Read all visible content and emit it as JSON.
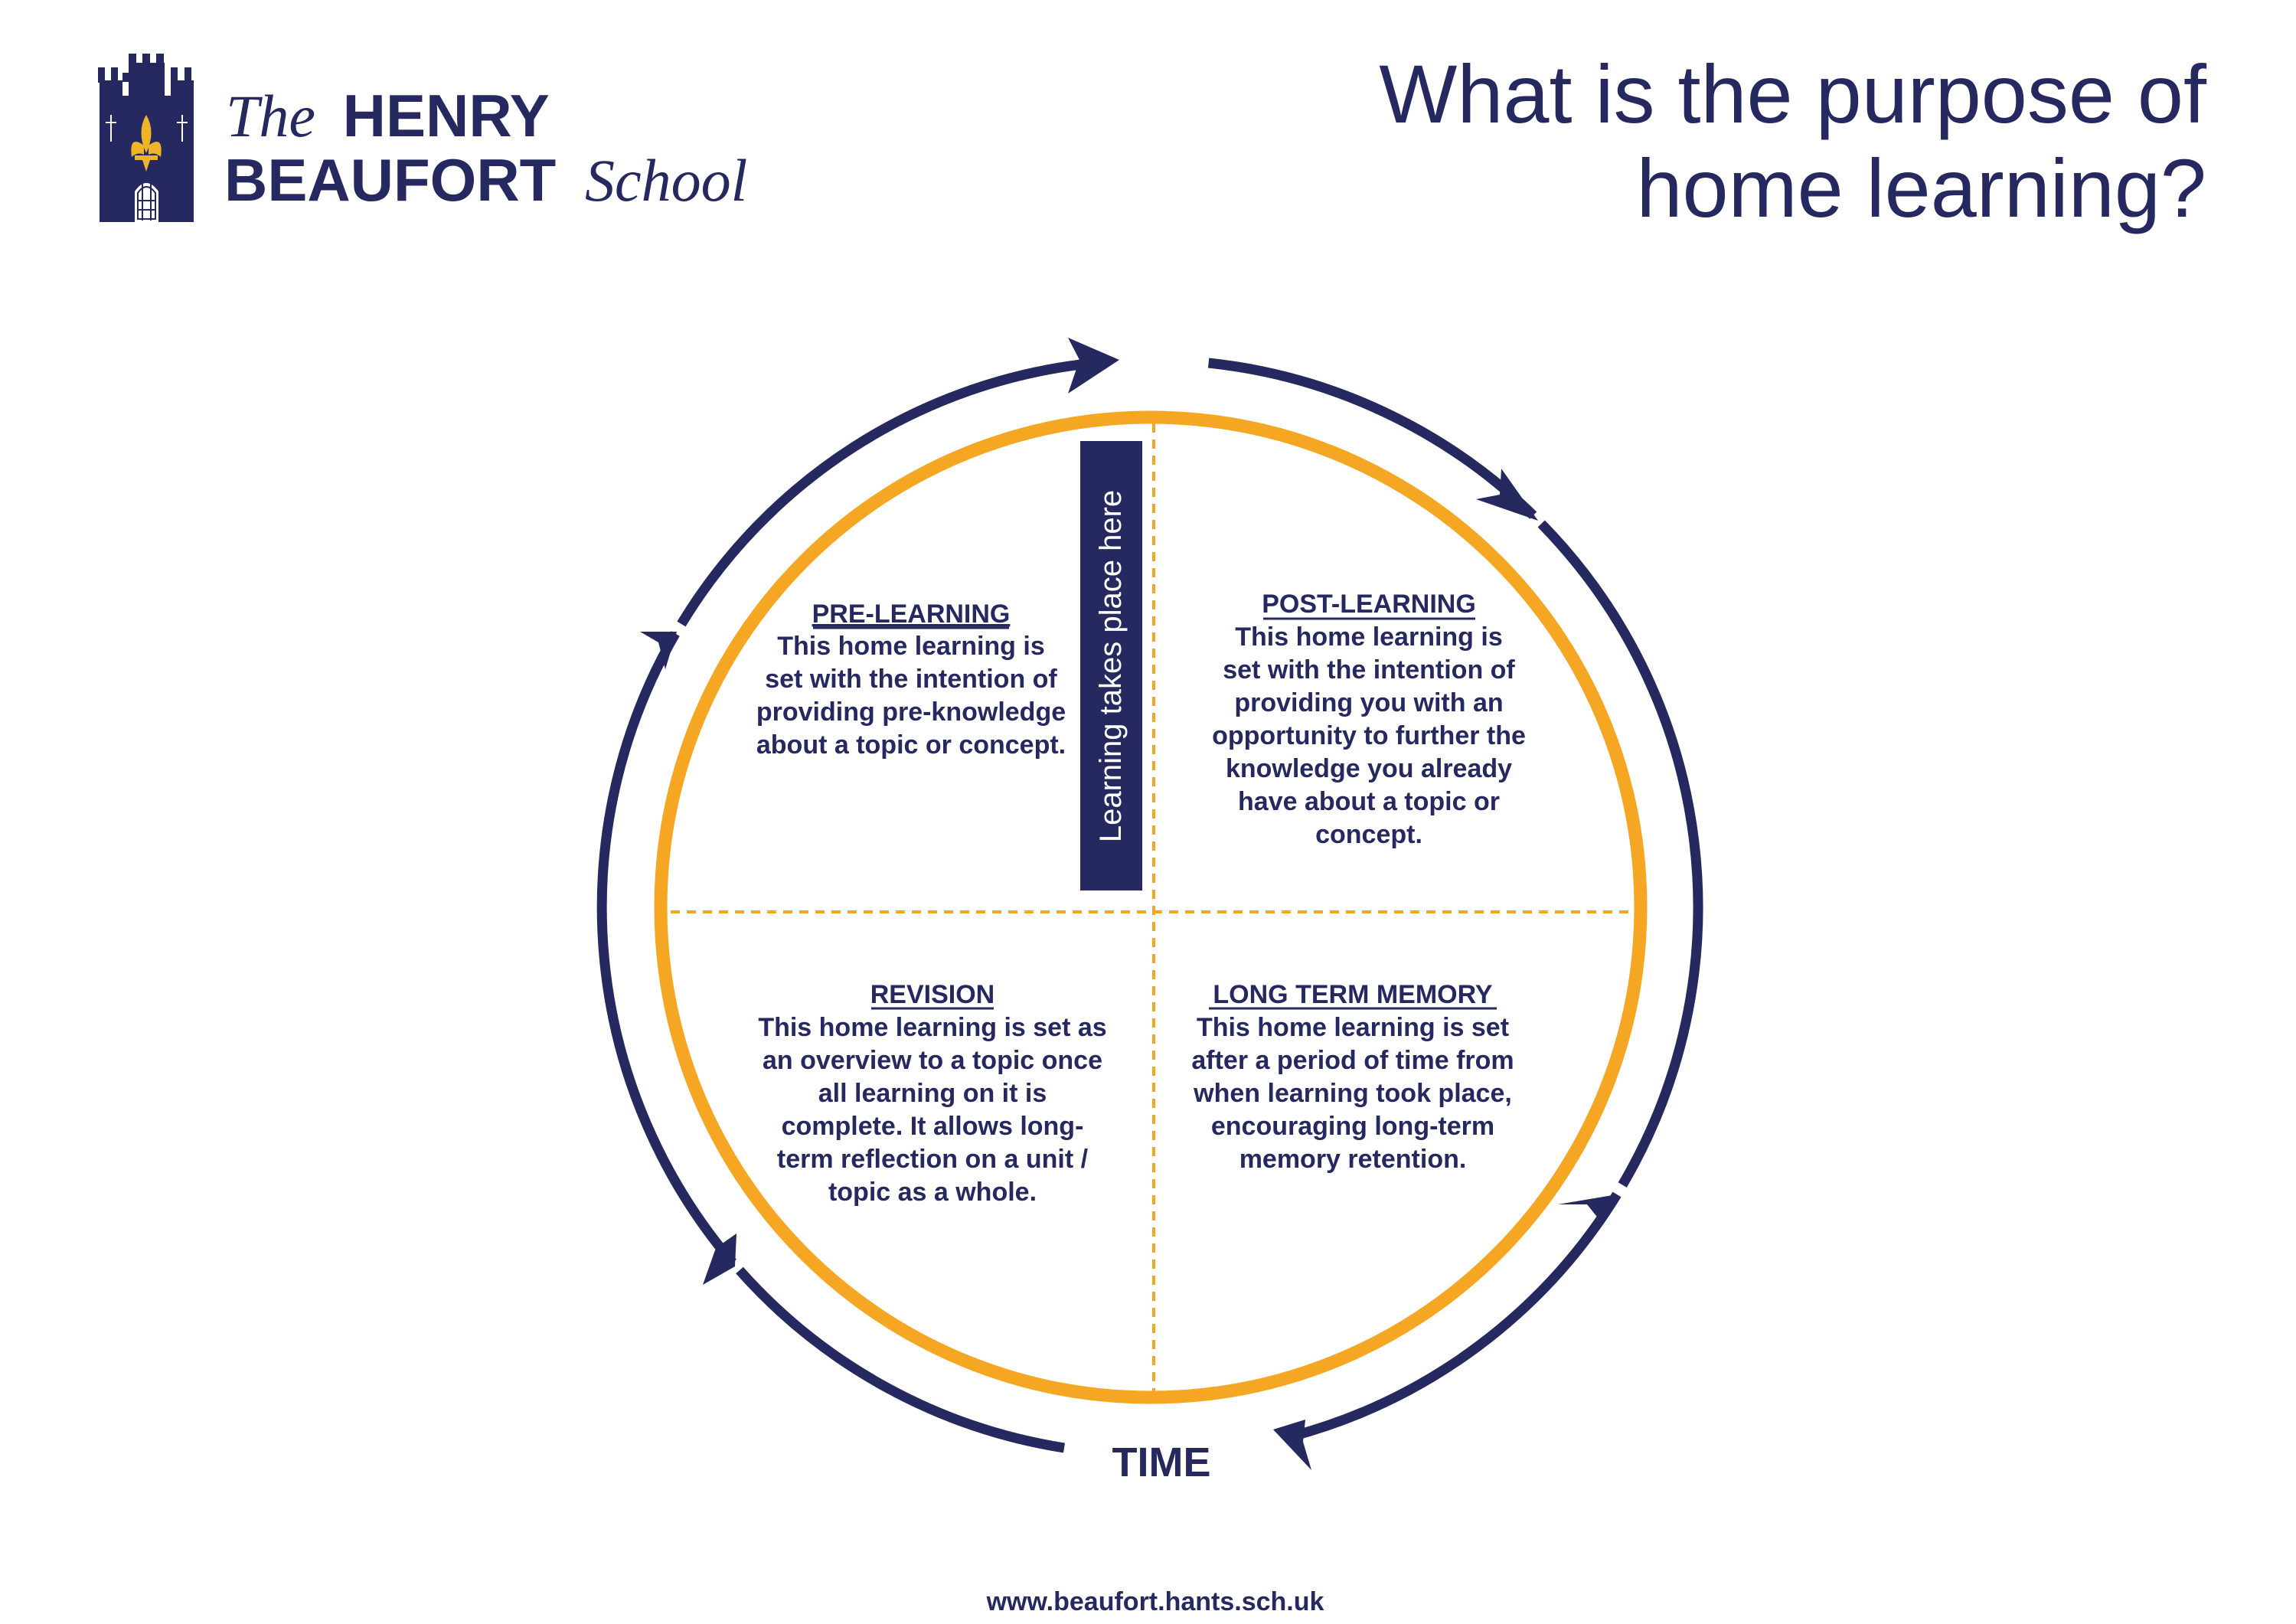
{
  "logo": {
    "the": "The",
    "henry": "HENRY",
    "beaufort": "BEAUFORT",
    "school": "School"
  },
  "title": {
    "line1": "What is the purpose of",
    "line2": "home learning?"
  },
  "center_label": "Learning takes place here",
  "quadrants": {
    "pre": {
      "heading": "PRE-LEARNING",
      "lines": [
        "This home learning is",
        "set with the intention of",
        "providing pre-knowledge",
        "about a topic or concept."
      ]
    },
    "post": {
      "heading": "POST-LEARNING",
      "lines": [
        "This home learning is",
        "set with the intention of",
        "providing you with an",
        "opportunity to further the",
        "knowledge you already",
        "have about a topic or",
        "concept."
      ]
    },
    "revision": {
      "heading": "REVISION",
      "lines": [
        "This home learning is set as",
        "an overview to a topic once",
        "all learning on it is",
        "complete. It allows long-",
        "term reflection on a unit /",
        "topic as a whole."
      ]
    },
    "longterm": {
      "heading": "LONG TERM MEMORY",
      "lines": [
        "This home learning is set",
        "after a period of time from",
        "when learning took place,",
        "encouraging long-term",
        "memory retention."
      ]
    }
  },
  "time_label": "TIME",
  "footer_url": "www.beaufort.hants.sch.uk",
  "colors": {
    "navy": "#25295f",
    "orange": "#f5a623",
    "gold": "#f0b429"
  }
}
